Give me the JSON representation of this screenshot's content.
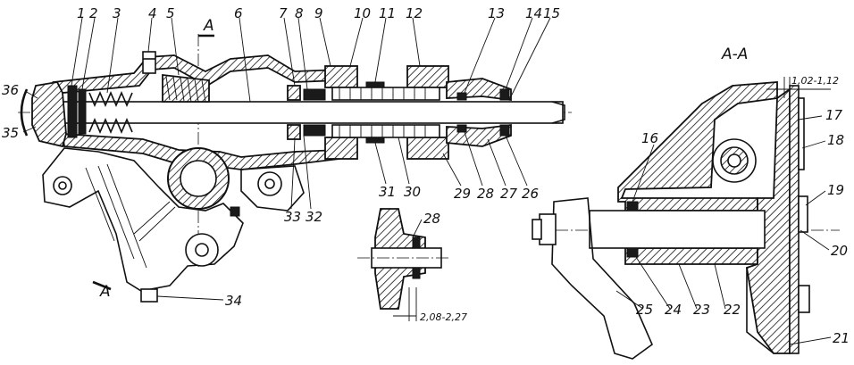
{
  "section": {
    "title": "A-A",
    "mark": "A"
  },
  "dimensions": {
    "top_clearance": "1,02-1,12",
    "bottom_clearance": "2,08-2,27"
  },
  "labels": {
    "l1": "1",
    "l2": "2",
    "l3": "3",
    "l4": "4",
    "l5": "5",
    "l6": "6",
    "l7": "7",
    "l8": "8",
    "l9": "9",
    "l10": "10",
    "l11": "11",
    "l12": "12",
    "l13": "13",
    "l14": "14",
    "l15": "15",
    "l16": "16",
    "l17": "17",
    "l18": "18",
    "l19": "19",
    "l20": "20",
    "l21": "21",
    "l22": "22",
    "l23": "23",
    "l24": "24",
    "l25": "25",
    "l26": "26",
    "l27": "27",
    "l28": "28",
    "l28b": "28",
    "l29": "29",
    "l30": "30",
    "l31": "31",
    "l32": "32",
    "l33": "33",
    "l34": "34",
    "l35": "35",
    "l36": "36"
  }
}
